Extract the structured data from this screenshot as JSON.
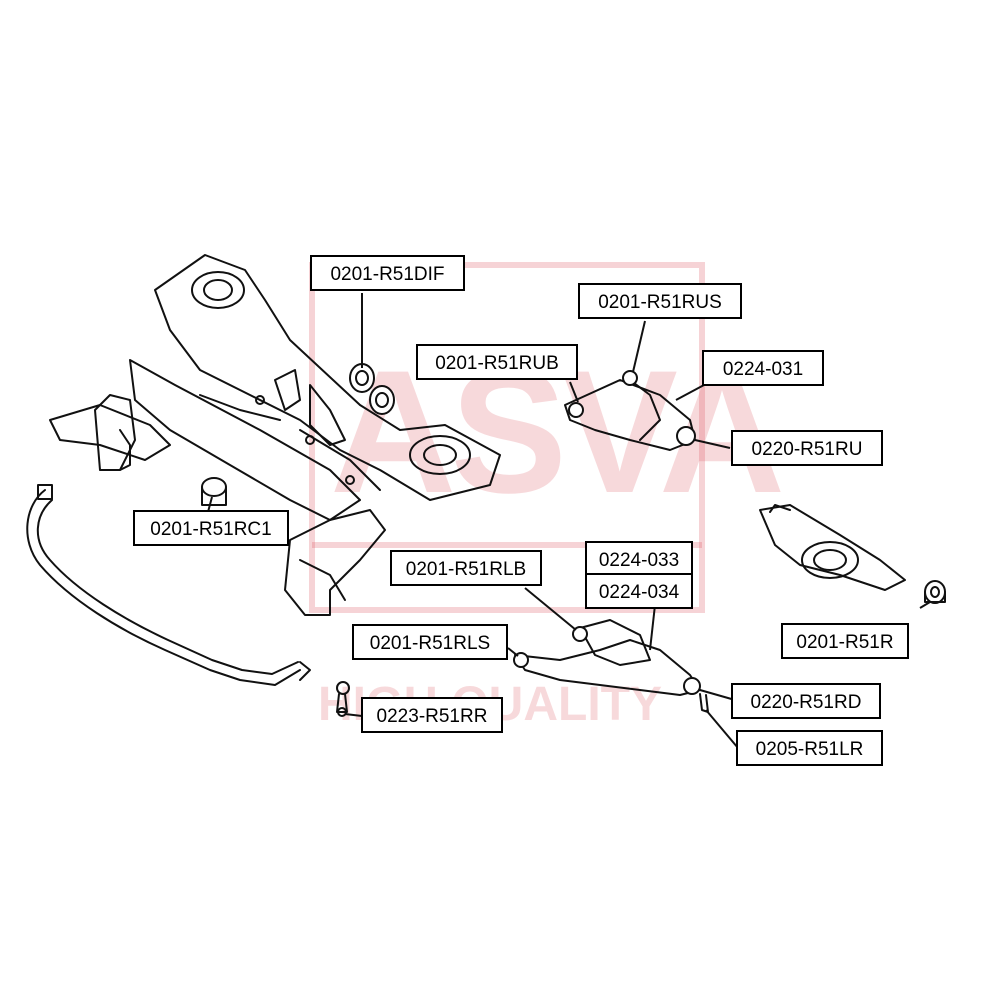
{
  "watermark": {
    "brand": "ASVA",
    "tagline": "HIGH QUALITY",
    "color": "#dc505a"
  },
  "labels": [
    {
      "id": "dif",
      "text": "0201-R51DIF"
    },
    {
      "id": "rus",
      "text": "0201-R51RUS"
    },
    {
      "id": "rub",
      "text": "0201-R51RUB"
    },
    {
      "id": "c031",
      "text": "0224-031"
    },
    {
      "id": "ru",
      "text": "0220-R51RU"
    },
    {
      "id": "rc1",
      "text": "0201-R51RC1"
    },
    {
      "id": "rlb",
      "text": "0201-R51RLB"
    },
    {
      "id": "c033",
      "text": "0224-033"
    },
    {
      "id": "c034",
      "text": "0224-034"
    },
    {
      "id": "r",
      "text": "0201-R51R"
    },
    {
      "id": "rls",
      "text": "0201-R51RLS"
    },
    {
      "id": "rd",
      "text": "0220-R51RD"
    },
    {
      "id": "rr",
      "text": "0223-R51RR"
    },
    {
      "id": "lr",
      "text": "0205-R51LR"
    }
  ]
}
